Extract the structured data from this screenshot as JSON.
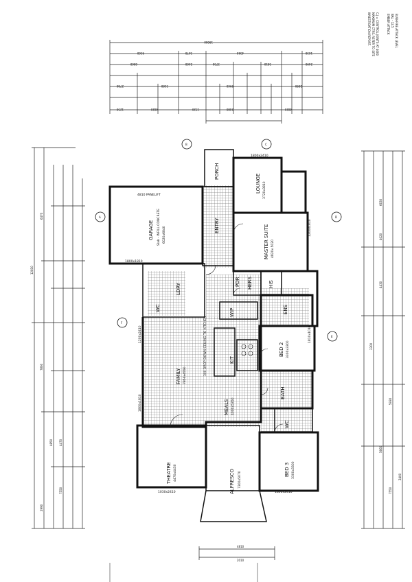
{
  "notes": {
    "bushfire": [
      "BUSHFIRE ATTACK LEVEL",
      "BAL - 12.5",
      "EMBER ATTACK"
    ],
    "control_joints": [
      "C.J = CONTROL JOINTS AT 4000",
      "MAXIMUM CTRS. REFER TO SITE",
      "INVESTIGATION REPORT."
    ]
  },
  "rooms": {
    "porch": "PORCH",
    "lounge": "LOUNGE",
    "lounge_size": "3720x3810",
    "garage": "GARAGE",
    "garage_size": "6020x6840",
    "entry": "ENTRY",
    "master": "MASTER SUITE",
    "master_size": "4820x 5020",
    "pdr": "PDR",
    "hers": "HERS",
    "his": "HIS",
    "ens": "ENS",
    "wip": "WIP",
    "ldry": "LDRY",
    "wc": "WC",
    "bed2": "BED 2",
    "bed2_size": "3300x3300",
    "family": "FAMILY",
    "family_size": "7850x4550",
    "kit": "KIT",
    "meals": "MEALS",
    "meals_size": "4000x5350",
    "bath": "BATH",
    "wc2": "WC",
    "theatre": "THEATRE",
    "theatre_size": "4470x4450",
    "alfresco": "ALFRESCO",
    "alfresco_size": "7300x5070",
    "bed3": "BED 3",
    "bed3_size": "3300x3300",
    "panelift": "4810 PANELIFT",
    "garage_note": "Slab - INFILL CONCRETE",
    "ceiling_note": "300 DROP DOWN CEILING TO KITCHEN"
  },
  "dimensions": {
    "top_overall": "19000",
    "top_row2": [
      "9360",
      "3470",
      "4340",
      "1630"
    ],
    "top_row3": [
      "6860",
      "2400",
      "3730",
      "3810",
      "2490"
    ],
    "top_row4": [
      "2780",
      "3180",
      "9960",
      "2890"
    ],
    "top_row5": [
      "1250",
      "4820",
      "1520",
      "2480",
      "4820"
    ],
    "left_overall": "12810",
    "left_parts": [
      "6470",
      "7860",
      "4850",
      "4470",
      "2990",
      "7550"
    ],
    "right_parts": [
      "6630",
      "4020",
      "4430",
      "3300",
      "5930",
      "5660",
      "3400",
      "7550"
    ],
    "bottom": [
      "4810",
      "2010"
    ],
    "windows": [
      "1800x2410",
      "1800x1810",
      "1200x1810",
      "1810x1010",
      "1200x2410",
      "1800x1810",
      "1030x2410",
      "1800x2410"
    ],
    "sections": [
      "A",
      "B",
      "C",
      "D",
      "E",
      "F"
    ]
  }
}
